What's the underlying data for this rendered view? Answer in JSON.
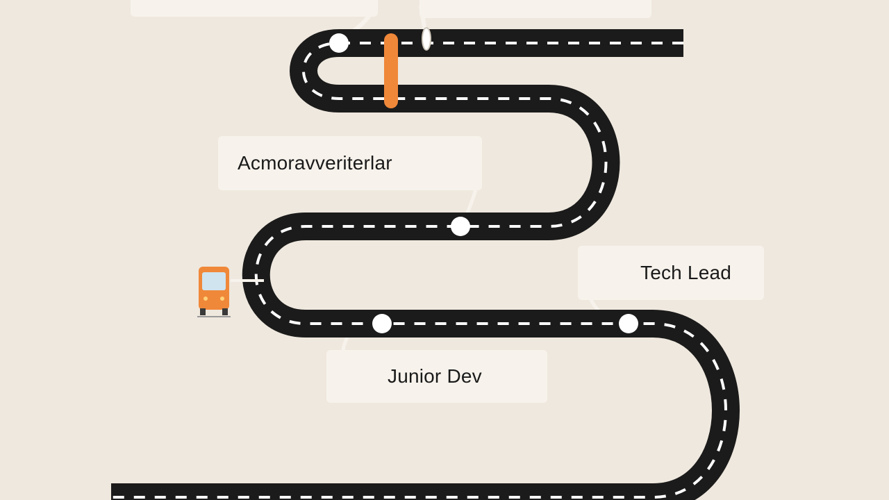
{
  "milestones": {
    "milestone_1": {
      "label": "Junior Dev"
    },
    "milestone_2": {
      "label": "Acmoravveriterlar"
    },
    "milestone_3": {
      "label": "Tech Lead"
    }
  },
  "colors": {
    "background": "#efe8de",
    "road": "#1b1b1b",
    "lane_marking": "#ffffff",
    "callout": "#f7f3ec",
    "accent": "#f0883a"
  },
  "icons": {
    "vehicle": "bus-icon",
    "marker": "milestone-dot",
    "barrier": "barrier-icon"
  }
}
